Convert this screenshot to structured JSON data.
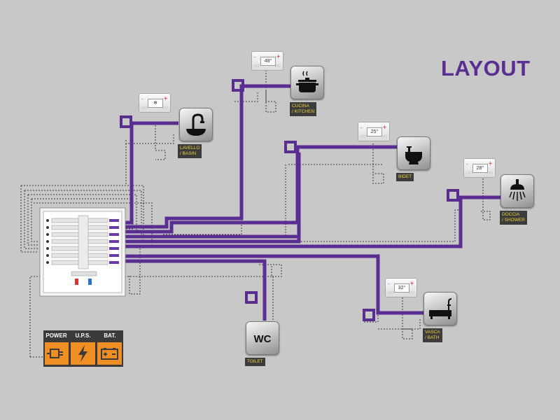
{
  "title": "LAYOUT",
  "colors": {
    "pipe": "#5a2d91",
    "title": "#5a2d91",
    "label_bg": "#3c3c3c",
    "label_text": "#f2d23a",
    "status_accent": "#ef8e22",
    "background": "#c8c8c9"
  },
  "fixtures": {
    "basin": {
      "label": "LAVELLO\n/ BASIN",
      "icon": "basin-faucet-icon"
    },
    "kitchen": {
      "label": "CUCINA\n/ KITCHEN",
      "icon": "cooking-pot-icon"
    },
    "bidet": {
      "label": "BIDET",
      "icon": "bidet-icon"
    },
    "shower": {
      "label": "DOCCIA\n/ SHOWER",
      "icon": "shower-head-icon"
    },
    "bath": {
      "label": "VASCA\n/ BATH",
      "icon": "bathtub-icon"
    },
    "toilet": {
      "label": "TOILET",
      "icon_text": "WC",
      "icon": "wc-icon"
    }
  },
  "thermostats": {
    "basin": {
      "value": "❄",
      "icon": "snowflake-icon"
    },
    "kitchen": {
      "value": "48°"
    },
    "bidet": {
      "value": "25°"
    },
    "shower": {
      "value": "28°"
    },
    "bath": {
      "value": "32°"
    }
  },
  "thermostat_controls": {
    "minus": "-",
    "plus": "+"
  },
  "status_panel": {
    "headers": [
      "POWER",
      "U.P.S.",
      "BAT."
    ],
    "icons": [
      "power-plug-icon",
      "lightning-bolt-icon",
      "battery-icon"
    ]
  }
}
